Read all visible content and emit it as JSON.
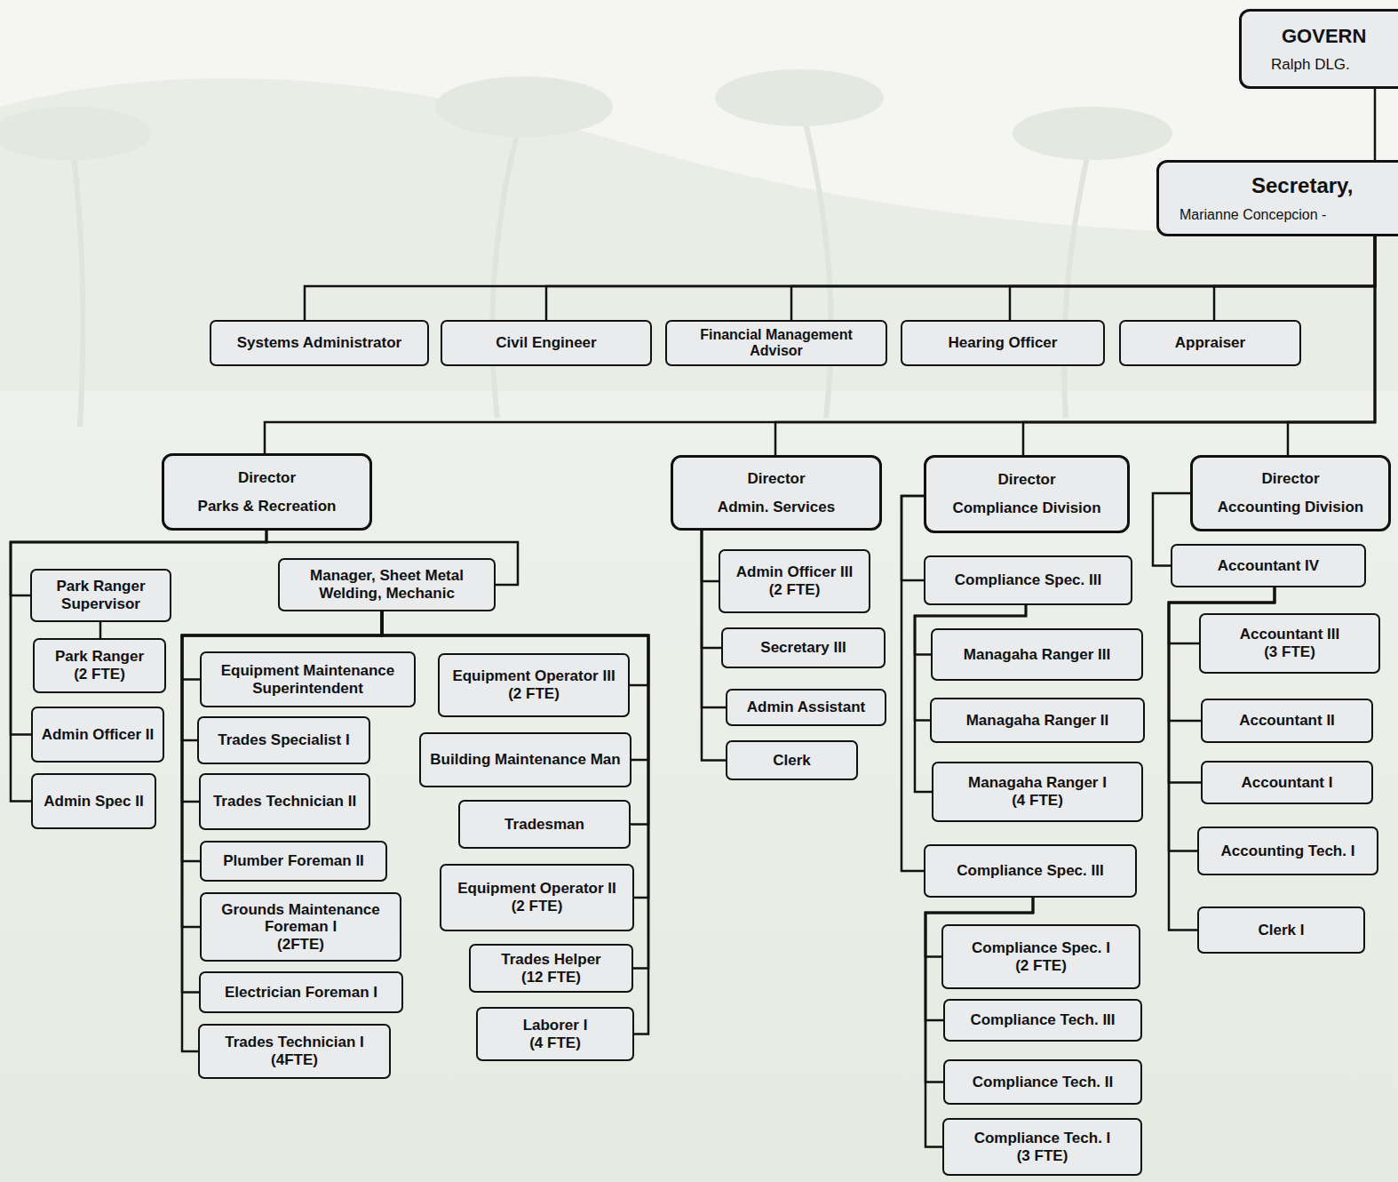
{
  "diagram": {
    "nodes": [
      {
        "text": [
          "GOVERN",
          "Ralph DLG."
        ]
      },
      {
        "text": [
          "Secretary,",
          "Marianne Concepcion -"
        ]
      },
      {
        "text": [
          "Systems Administrator"
        ]
      },
      {
        "text": [
          "Civil Engineer"
        ]
      },
      {
        "text": [
          "Financial Management Advisor"
        ]
      },
      {
        "text": [
          "Hearing Officer"
        ]
      },
      {
        "text": [
          "Appraiser"
        ]
      },
      {
        "text": [
          "Director",
          "Parks & Recreation"
        ]
      },
      {
        "text": [
          "Director",
          "Admin. Services"
        ]
      },
      {
        "text": [
          "Director",
          "Compliance Division"
        ]
      },
      {
        "text": [
          "Director",
          "Accounting Division"
        ]
      },
      {
        "text": [
          "Park Ranger Supervisor"
        ]
      },
      {
        "text": [
          "Park Ranger",
          "(2 FTE)"
        ]
      },
      {
        "text": [
          "Admin Officer II"
        ]
      },
      {
        "text": [
          "Admin Spec II"
        ]
      },
      {
        "text": [
          "Manager, Sheet Metal Welding, Mechanic"
        ]
      },
      {
        "text": [
          "Equipment Maintenance Superintendent"
        ]
      },
      {
        "text": [
          "Trades Specialist I"
        ]
      },
      {
        "text": [
          "Trades Technician II"
        ]
      },
      {
        "text": [
          "Plumber Foreman II"
        ]
      },
      {
        "text": [
          "Grounds Maintenance Foreman I",
          "(2FTE)"
        ]
      },
      {
        "text": [
          "Electrician Foreman I"
        ]
      },
      {
        "text": [
          "Trades Technician I",
          "(4FTE)"
        ]
      },
      {
        "text": [
          "Equipment Operator III",
          "(2 FTE)"
        ]
      },
      {
        "text": [
          "Building Maintenance Man"
        ]
      },
      {
        "text": [
          "Tradesman"
        ]
      },
      {
        "text": [
          "Equipment Operator II",
          "(2 FTE)"
        ]
      },
      {
        "text": [
          "Trades Helper",
          "(12 FTE)"
        ]
      },
      {
        "text": [
          "Laborer I",
          "(4 FTE)"
        ]
      },
      {
        "text": [
          "Admin Officer III",
          "(2 FTE)"
        ]
      },
      {
        "text": [
          "Secretary III"
        ]
      },
      {
        "text": [
          "Admin Assistant"
        ]
      },
      {
        "text": [
          "Clerk"
        ]
      },
      {
        "text": [
          "Compliance Spec. III"
        ]
      },
      {
        "text": [
          "Managaha Ranger III"
        ]
      },
      {
        "text": [
          "Managaha Ranger II"
        ]
      },
      {
        "text": [
          "Managaha Ranger I",
          "(4 FTE)"
        ]
      },
      {
        "text": [
          "Compliance Spec. III"
        ]
      },
      {
        "text": [
          "Compliance Spec. I",
          "(2 FTE)"
        ]
      },
      {
        "text": [
          "Compliance Tech. III"
        ]
      },
      {
        "text": [
          "Compliance Tech. II"
        ]
      },
      {
        "text": [
          "Compliance Tech. I",
          "(3 FTE)"
        ]
      },
      {
        "text": [
          "Accountant IV"
        ]
      },
      {
        "text": [
          "Accountant III",
          "(3 FTE)"
        ]
      },
      {
        "text": [
          "Accountant II"
        ]
      },
      {
        "text": [
          "Accountant I"
        ]
      },
      {
        "text": [
          "Accounting Tech. I"
        ]
      },
      {
        "text": [
          "Clerk I"
        ]
      }
    ],
    "edges": [
      {
        "from": 0,
        "to": 1,
        "arrow": "none"
      },
      {
        "from": 1,
        "to": 2,
        "arrow": "none"
      },
      {
        "from": 1,
        "to": 3,
        "arrow": "none"
      },
      {
        "from": 1,
        "to": 4,
        "arrow": "none"
      },
      {
        "from": 1,
        "to": 5,
        "arrow": "none"
      },
      {
        "from": 1,
        "to": 6,
        "arrow": "none"
      },
      {
        "from": 1,
        "to": 7,
        "arrow": "none"
      },
      {
        "from": 1,
        "to": 8,
        "arrow": "none"
      },
      {
        "from": 1,
        "to": 9,
        "arrow": "none"
      },
      {
        "from": 1,
        "to": 10,
        "arrow": "none"
      },
      {
        "from": 7,
        "to": 11,
        "arrow": "none"
      },
      {
        "from": 11,
        "to": 12,
        "arrow": "none"
      },
      {
        "from": 7,
        "to": 13,
        "arrow": "none"
      },
      {
        "from": 7,
        "to": 14,
        "arrow": "none"
      },
      {
        "from": 7,
        "to": 15,
        "arrow": "none"
      },
      {
        "from": 15,
        "to": 16,
        "arrow": "none"
      },
      {
        "from": 15,
        "to": 17,
        "arrow": "none"
      },
      {
        "from": 15,
        "to": 18,
        "arrow": "none"
      },
      {
        "from": 15,
        "to": 19,
        "arrow": "none"
      },
      {
        "from": 15,
        "to": 20,
        "arrow": "none"
      },
      {
        "from": 15,
        "to": 21,
        "arrow": "none"
      },
      {
        "from": 15,
        "to": 22,
        "arrow": "none"
      },
      {
        "from": 15,
        "to": 23,
        "arrow": "none"
      },
      {
        "from": 15,
        "to": 24,
        "arrow": "none"
      },
      {
        "from": 15,
        "to": 25,
        "arrow": "none"
      },
      {
        "from": 15,
        "to": 26,
        "arrow": "none"
      },
      {
        "from": 15,
        "to": 27,
        "arrow": "none"
      },
      {
        "from": 15,
        "to": 28,
        "arrow": "none"
      },
      {
        "from": 8,
        "to": 29,
        "arrow": "none"
      },
      {
        "from": 8,
        "to": 30,
        "arrow": "none"
      },
      {
        "from": 8,
        "to": 31,
        "arrow": "none"
      },
      {
        "from": 8,
        "to": 32,
        "arrow": "none"
      },
      {
        "from": 9,
        "to": 33,
        "arrow": "none"
      },
      {
        "from": 33,
        "to": 34,
        "arrow": "none"
      },
      {
        "from": 33,
        "to": 35,
        "arrow": "none"
      },
      {
        "from": 33,
        "to": 36,
        "arrow": "none"
      },
      {
        "from": 9,
        "to": 37,
        "arrow": "none"
      },
      {
        "from": 37,
        "to": 38,
        "arrow": "none"
      },
      {
        "from": 37,
        "to": 39,
        "arrow": "none"
      },
      {
        "from": 37,
        "to": 40,
        "arrow": "none"
      },
      {
        "from": 37,
        "to": 41,
        "arrow": "none"
      },
      {
        "from": 10,
        "to": 42,
        "arrow": "none"
      },
      {
        "from": 42,
        "to": 43,
        "arrow": "none"
      },
      {
        "from": 42,
        "to": 44,
        "arrow": "none"
      },
      {
        "from": 42,
        "to": 45,
        "arrow": "none"
      },
      {
        "from": 42,
        "to": 46,
        "arrow": "none"
      },
      {
        "from": 42,
        "to": 47,
        "arrow": "none"
      }
    ]
  }
}
